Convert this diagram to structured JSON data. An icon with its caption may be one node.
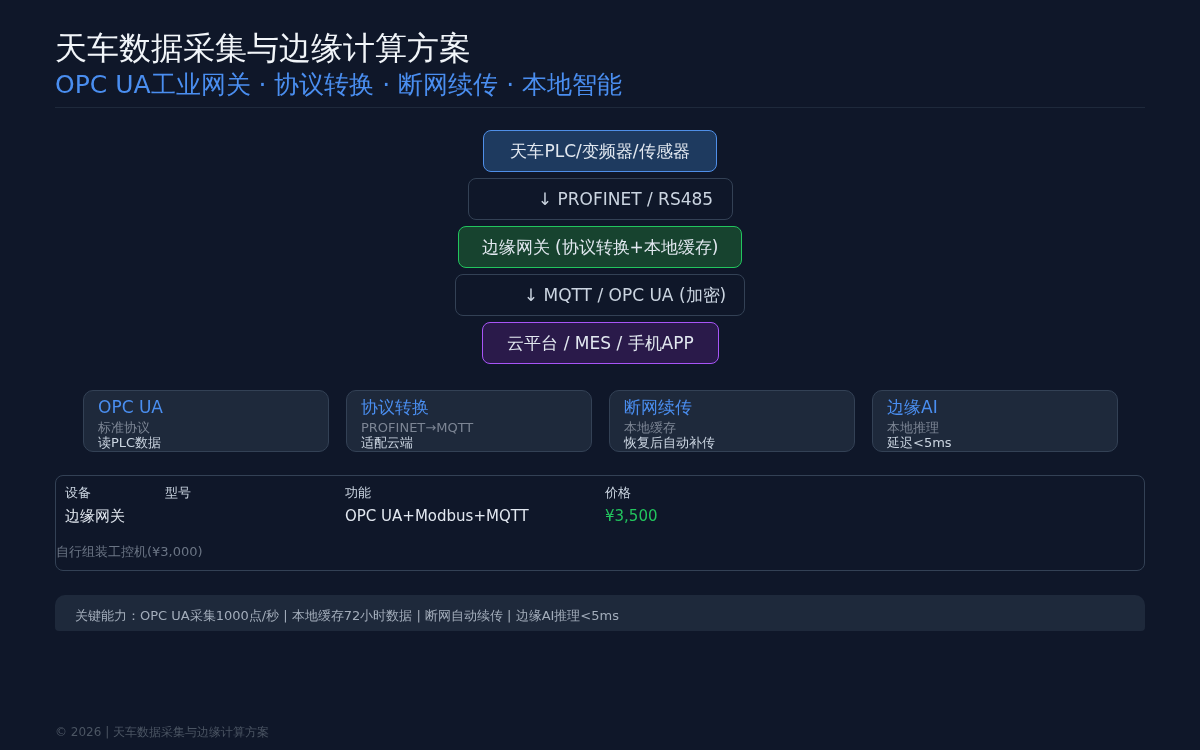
{
  "diagram": {
    "title": "天车数据采集与边缘计算方案",
    "nodes": [
      {
        "text": [
          "天车PLC/变频器/传感器"
        ]
      },
      {
        "text": [
          "↓ PROFINET / RS485"
        ]
      },
      {
        "text": [
          "边缘网关 (协议转换+本地缓存)"
        ]
      },
      {
        "text": [
          "↓ MQTT / OPC UA (加密)"
        ]
      },
      {
        "text": [
          "云平台 / MES / 手机APP"
        ]
      },
      {
        "text": [
          "OPC UA",
          "标准协议",
          "读PLC数据"
        ]
      },
      {
        "text": [
          "协议转换",
          "PROFINET→MQTT",
          "适配云端"
        ]
      },
      {
        "text": [
          "断网续传",
          "本地缓存",
          "恢复后自动补传"
        ]
      },
      {
        "text": [
          "边缘AI",
          "本地推理",
          "延迟<5ms"
        ]
      },
      {
        "text": [
          "关键能力：OPC UA采集1000点/秒 | 本地缓存72小时数据 | 断网自动续传 | 边缘AI推理<5ms"
        ]
      }
    ],
    "labels": [
      "OPC UA工业网关 · 协议转换 · 断网续传 · 本地智能",
      "设备",
      "型号",
      "功能",
      "价格",
      "边缘网关",
      "OPC UA+Modbus+MQTT",
      "¥3,500",
      "自行组装工控机(¥3,000)",
      "© 2026 | 天车数据采集与边缘计算方案"
    ]
  }
}
